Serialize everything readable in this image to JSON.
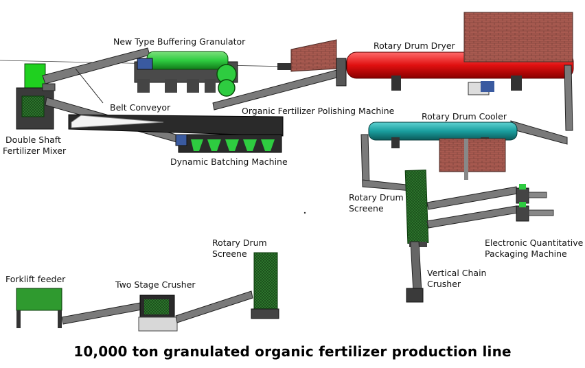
{
  "labels": {
    "granulator": "New Type Buffering Granulator",
    "dryer": "Rotary Drum Dryer",
    "belt_conveyor": "Belt Conveyor",
    "polishing": "Organic Fertilizer Polishing Machine",
    "mixer_line1": "Double Shaft",
    "mixer_line2": "Fertilizer Mixer",
    "cooler": "Rotary Drum Cooler",
    "batching": "Dynamic Batching Machine",
    "screen_right_line1": "Rotary Drum",
    "screen_right_line2": "Screene",
    "packaging_line1": "Electronic Quantitative",
    "packaging_line2": "Packaging Machine",
    "screen_left_line1": "Rotary Drum",
    "screen_left_line2": "Screene",
    "forklift": "Forklift feeder",
    "two_stage": "Two Stage Crusher",
    "vertical_line1": "Vertical Chain",
    "vertical_line2": "Crusher"
  },
  "caption": "10,000 ton granulated organic fertilizer production line",
  "colors": {
    "granulator": "#2ecc40",
    "dryer": "#e01010",
    "cooler": "#1a9e9e",
    "equipment_green": "#1e8a1e",
    "brick": "#a0524a",
    "conveyor": "#6b6b6b",
    "dark": "#2a2a2a"
  }
}
